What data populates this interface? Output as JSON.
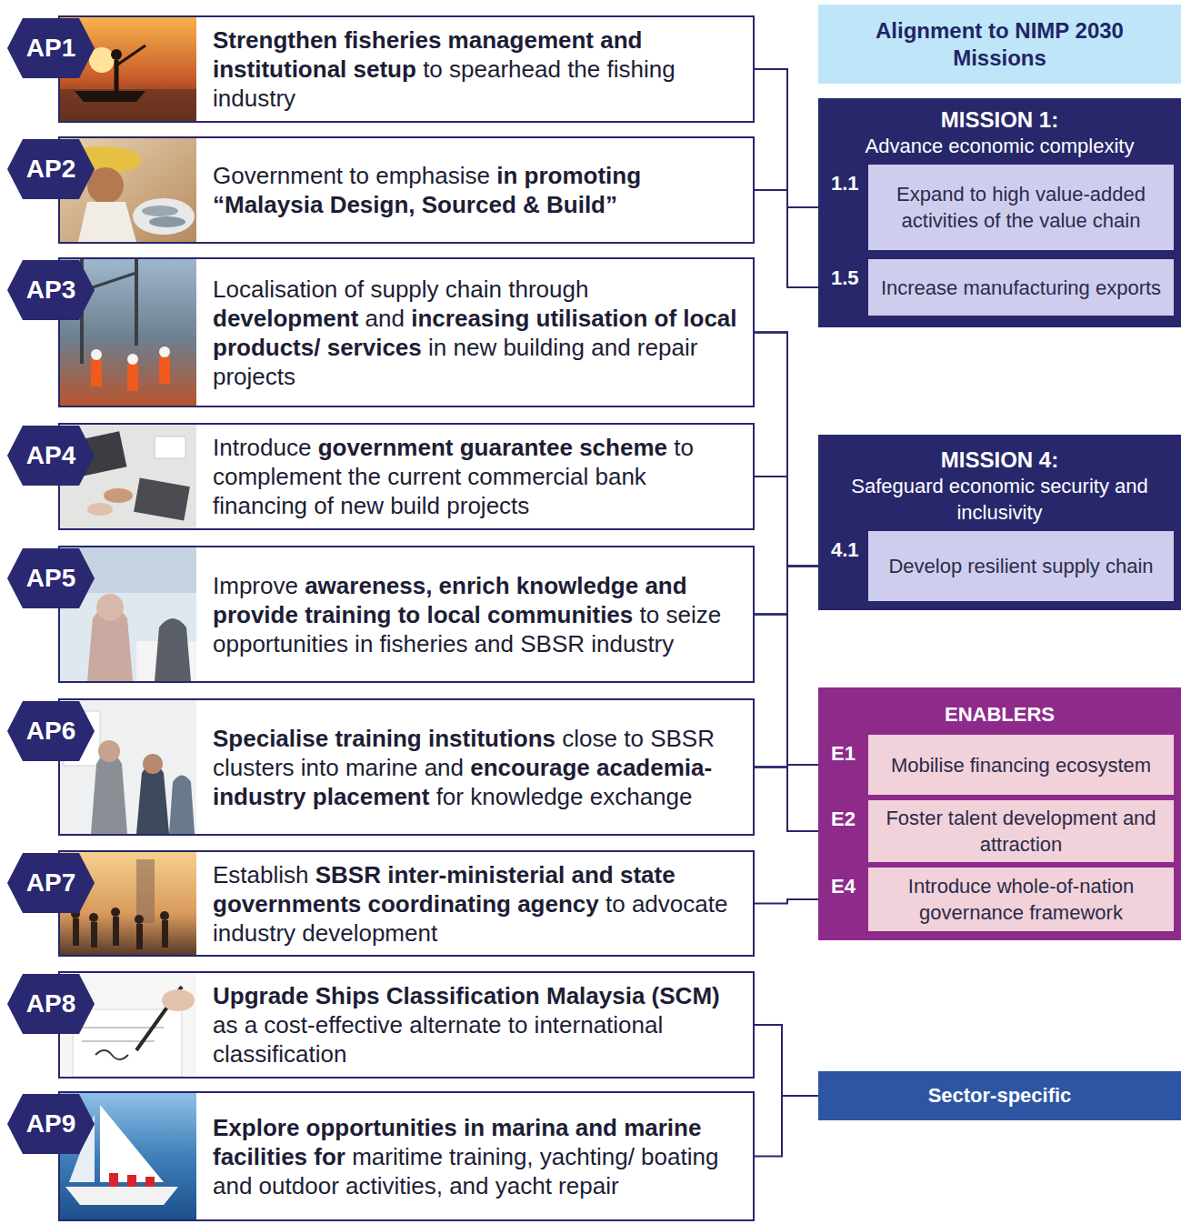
{
  "diagram": {
    "nodes": [
      {
        "text": [
          "AP1"
        ]
      },
      {
        "text": [
          "Strengthen fisheries management and institutional setup to spearhead the fishing industry"
        ]
      },
      {
        "text": [
          "AP2"
        ]
      },
      {
        "text": [
          "Government to emphasise in promoting “Malaysia Design, Sourced & Build”"
        ]
      },
      {
        "text": [
          "AP3"
        ]
      },
      {
        "text": [
          "Localisation of supply chain through development and increasing utilisation of local products/ services in new building and repair projects"
        ]
      },
      {
        "text": [
          "AP4"
        ]
      },
      {
        "text": [
          "Introduce government guarantee scheme to complement the current commercial bank financing of new build projects"
        ]
      },
      {
        "text": [
          "AP5"
        ]
      },
      {
        "text": [
          "Improve awareness, enrich knowledge and provide training to local communities to seize opportunities in fisheries and SBSR industry"
        ]
      },
      {
        "text": [
          "AP6"
        ]
      },
      {
        "text": [
          "Specialise training institutions close to SBSR clusters into marine and encourage academia-industry placement for knowledge exchange"
        ]
      },
      {
        "text": [
          "AP7"
        ]
      },
      {
        "text": [
          "Establish SBSR inter-ministerial and state governments coordinating agency to advocate industry development"
        ]
      },
      {
        "text": [
          "AP8"
        ]
      },
      {
        "text": [
          "Upgrade Ships Classification Malaysia (SCM) as a cost-effective alternate to international classification"
        ]
      },
      {
        "text": [
          "AP9"
        ]
      },
      {
        "text": [
          "Explore opportunities in marina and marine facilities for maritime training, yachting/ boating and outdoor activities, and yacht repair"
        ]
      },
      {
        "text": [
          "Alignment to NIMP 2030 Missions"
        ]
      },
      {
        "text": [
          "MISSION 1:",
          "Advance economic complexity"
        ]
      },
      {
        "text": [
          "1.1",
          "Expand to high value-added activities of the value chain"
        ],
        "in": 19
      },
      {
        "text": [
          "1.5",
          "Increase manufacturing exports"
        ],
        "in": 19
      },
      {
        "text": [
          "MISSION 4:",
          "Safeguard economic security and inclusivity"
        ]
      },
      {
        "text": [
          "4.1",
          "Develop resilient supply chain"
        ],
        "in": 22
      },
      {
        "text": [
          "ENABLERS"
        ]
      },
      {
        "text": [
          "E1",
          "Mobilise financing ecosystem"
        ],
        "in": 24
      },
      {
        "text": [
          "E2",
          "Foster talent development and attraction"
        ],
        "in": 24
      },
      {
        "text": [
          "E4",
          "Introduce whole-of-nation governance framework"
        ],
        "in": 24
      },
      {
        "text": [
          "Sector-specific"
        ]
      }
    ],
    "edges": [
      {
        "from": 1,
        "to": 20,
        "arrow": "none"
      },
      {
        "from": 1,
        "to": 21,
        "arrow": "none"
      },
      {
        "from": 3,
        "to": 20,
        "arrow": "none"
      },
      {
        "from": 3,
        "to": 21,
        "arrow": "none"
      },
      {
        "from": 5,
        "to": 23,
        "arrow": "none"
      },
      {
        "from": 5,
        "to": 25,
        "arrow": "none"
      },
      {
        "from": 5,
        "to": 26,
        "arrow": "none"
      },
      {
        "from": 7,
        "to": 23,
        "arrow": "none"
      },
      {
        "from": 7,
        "to": 25,
        "arrow": "none"
      },
      {
        "from": 7,
        "to": 26,
        "arrow": "none"
      },
      {
        "from": 9,
        "to": 23,
        "arrow": "none"
      },
      {
        "from": 9,
        "to": 25,
        "arrow": "none"
      },
      {
        "from": 9,
        "to": 26,
        "arrow": "none"
      },
      {
        "from": 11,
        "to": 23,
        "arrow": "none"
      },
      {
        "from": 11,
        "to": 25,
        "arrow": "none"
      },
      {
        "from": 11,
        "to": 26,
        "arrow": "none"
      },
      {
        "from": 13,
        "to": 27,
        "arrow": "none"
      },
      {
        "from": 15,
        "to": 28,
        "arrow": "none"
      },
      {
        "from": 17,
        "to": 28,
        "arrow": "none"
      }
    ]
  }
}
